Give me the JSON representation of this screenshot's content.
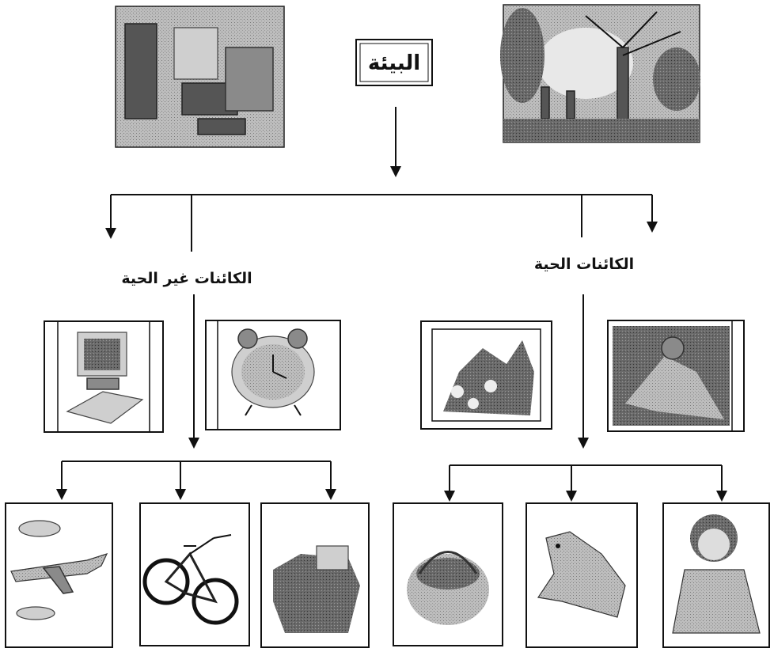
{
  "title": "البيئة",
  "branches": {
    "living": {
      "label": "الكائنات الحية"
    },
    "nonliving": {
      "label": "الكائنات غير الحية"
    }
  },
  "illustrations": {
    "room_scene": "room-photo",
    "park_scene": "park-trees-photo",
    "computer": "computer-icon",
    "alarm_clock": "alarm-clock-icon",
    "plant_scene": "plant-icon",
    "fish_scene": "fish-icon",
    "airplane": "airplane-icon",
    "bicycle": "bicycle-icon",
    "treasure_box": "box-icon",
    "fruit_basket": "fruit-basket-icon",
    "elephant": "elephant-icon",
    "girl": "girl-icon"
  }
}
